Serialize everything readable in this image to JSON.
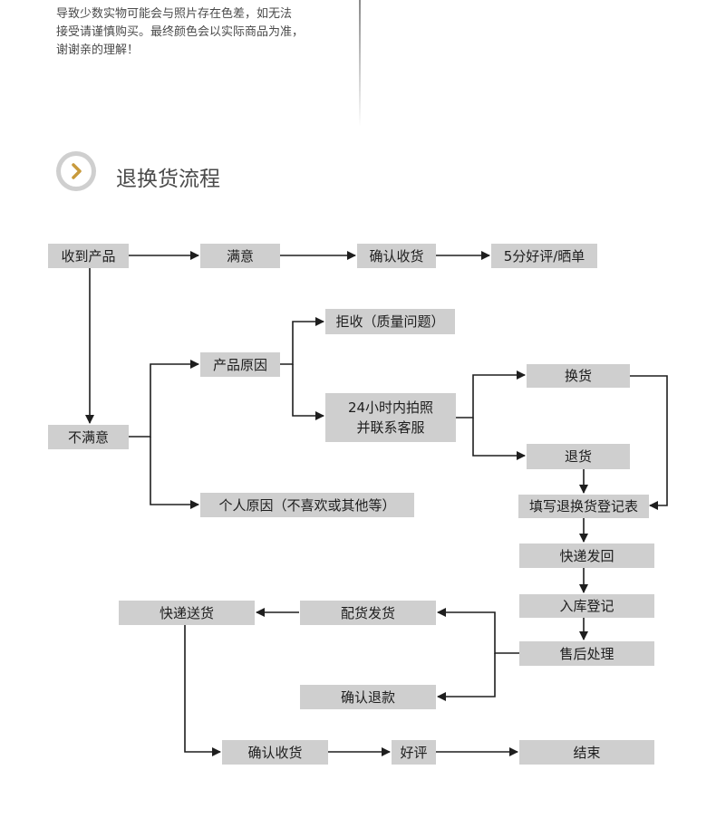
{
  "top_left_text": [
    "导致少数实物可能会与照片存在色差，如无法",
    "接受请谨慎购买。最终颜色会以实际商品为准，",
    "谢谢亲的理解！"
  ],
  "section_title": "退换货流程",
  "icon": "chevron-right-icon",
  "colors": {
    "node_bg": "#cfcfcf",
    "arrow": "#1e1e1e",
    "icon_accent": "#c89a3c"
  },
  "nodes": {
    "received": "收到产品",
    "satisfied": "满意",
    "confirm_receipt": "确认收货",
    "five_star": "5分好评/晒单",
    "dissatisfied": "不满意",
    "reject": "拒收（质量问题）",
    "product_reason": "产品原因",
    "photo_line1": "24小时内拍照",
    "photo_line2": "并联系客服",
    "exchange": "换货",
    "return": "退货",
    "personal_reason": "个人原因（不喜欢或其他等）",
    "fill_form": "填写退换货登记表",
    "express_back": "快递发回",
    "warehouse": "入库登记",
    "after_sales": "售后处理",
    "express_delivery": "快递送货",
    "dispatch": "配货发货",
    "confirm_refund": "确认退款",
    "confirm_receipt_2": "确认收货",
    "good_review": "好评",
    "end": "结束"
  }
}
